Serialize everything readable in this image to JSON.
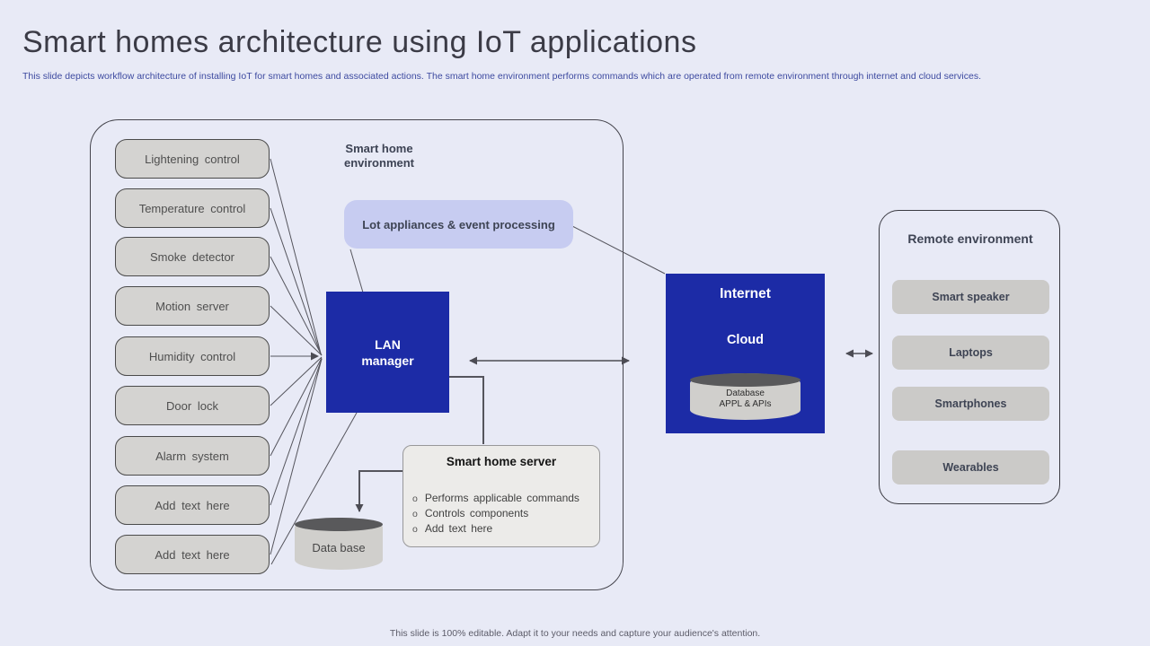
{
  "slide": {
    "title": "Smart homes architecture using IoT applications",
    "subtitle": "This slide depicts workflow architecture of installing IoT for smart homes and associated actions. The smart home environment performs commands which are operated from remote environment through internet and cloud services.",
    "footer": "This slide is 100% editable. Adapt it to your needs and capture your audience's attention."
  },
  "environment": {
    "label": "Smart home environment",
    "devices": [
      "Lightening control",
      "Temperature control",
      "Smoke detector",
      "Motion server",
      "Humidity control",
      "Door lock",
      "Alarm system",
      "Add text here",
      "Add text here"
    ]
  },
  "lot_appliances": {
    "label": "Lot appliances & event processing"
  },
  "lan_manager": {
    "label": "LAN manager"
  },
  "internet": {
    "title": "Internet",
    "subtitle": "Cloud",
    "database_line1": "Database",
    "database_line2": "APPL & APIs"
  },
  "remote": {
    "title": "Remote environment",
    "items": [
      "Smart speaker",
      "Laptops",
      "Smartphones",
      "Wearables"
    ]
  },
  "server": {
    "title": "Smart home server",
    "bullets": [
      "Performs applicable commands",
      "Controls components",
      "Add text here"
    ]
  },
  "database": {
    "label": "Data base"
  },
  "colors": {
    "accent_blue": "#1c2ba6",
    "lavender": "#c7ccf1",
    "device_gray": "#d4d3d1",
    "server_panel": "#ecebe9",
    "background": "#e8eaf6"
  }
}
